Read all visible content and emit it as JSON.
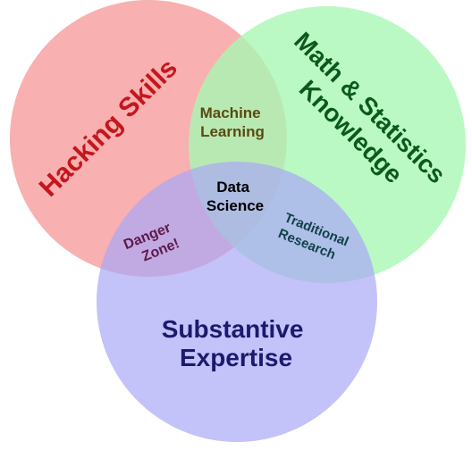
{
  "diagram": {
    "type": "venn",
    "sets": [
      {
        "id": "hacking",
        "label": "Hacking Skills",
        "fill": "#f7a7a7",
        "text_color": "#c4171d"
      },
      {
        "id": "math",
        "label_lines": [
          "Math & Statistics",
          "Knowledge"
        ],
        "fill": "#a9f7b4",
        "text_color": "#0b5a1c"
      },
      {
        "id": "substantive",
        "label_lines": [
          "Substantive",
          "Expertise"
        ],
        "fill": "#aaa8f7",
        "text_color": "#1c1a6e"
      }
    ],
    "intersections": [
      {
        "id": "machine-learning",
        "sets": [
          "hacking",
          "math"
        ],
        "label_lines": [
          "Machine",
          "Learning"
        ],
        "text_color": "#5a4a10"
      },
      {
        "id": "danger-zone",
        "sets": [
          "hacking",
          "substantive"
        ],
        "label_lines": [
          "Danger",
          "Zone!"
        ],
        "text_color": "#5c1a4a"
      },
      {
        "id": "traditional-research",
        "sets": [
          "math",
          "substantive"
        ],
        "label_lines": [
          "Traditional",
          "Research"
        ],
        "text_color": "#123f4a"
      },
      {
        "id": "data-science",
        "sets": [
          "hacking",
          "math",
          "substantive"
        ],
        "label_lines": [
          "Data",
          "Science"
        ],
        "text_color": "#000000"
      }
    ]
  }
}
